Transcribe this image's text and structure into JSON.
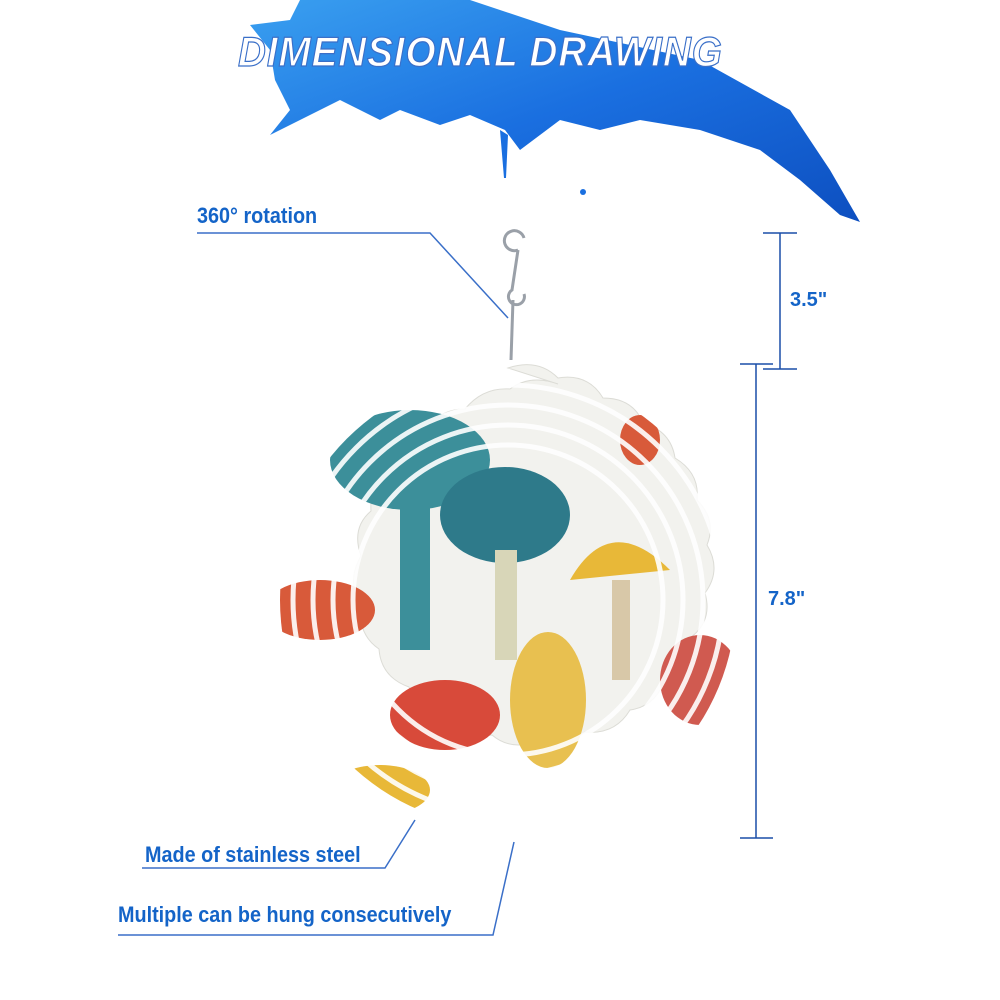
{
  "title": "DIMENSIONAL DRAWING",
  "callouts": {
    "rotation": "360° rotation",
    "material": "Made of stainless steel",
    "hanging": "Multiple can be hung consecutively"
  },
  "dimensions": {
    "hook_height": "3.5\"",
    "spinner_height": "7.8\""
  },
  "colors": {
    "accent": "#1464c8",
    "splash": "#1a6fe0"
  }
}
